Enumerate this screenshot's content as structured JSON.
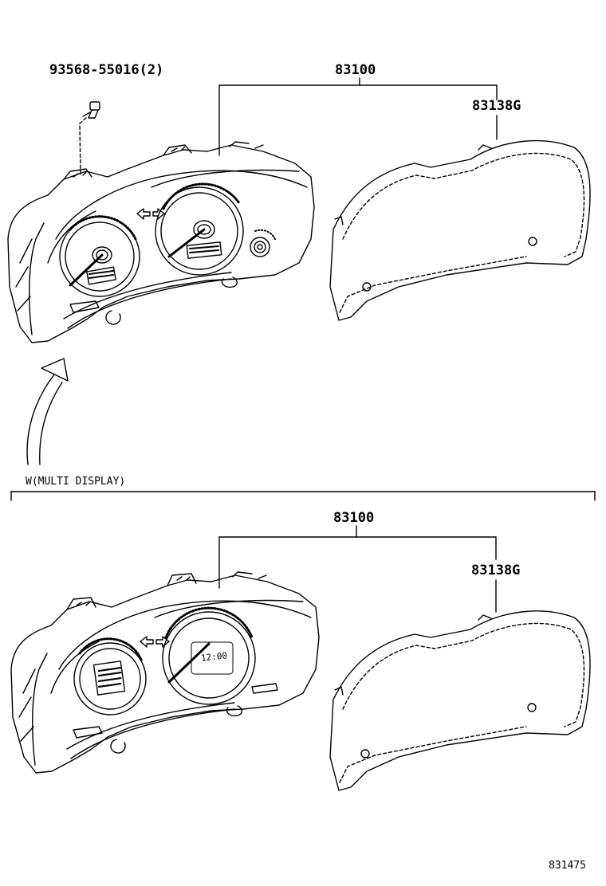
{
  "diagram": {
    "upper": {
      "bolt_part": "93568-55016(2)",
      "assembly_part": "83100",
      "glass_part": "83138G"
    },
    "section_label": "W(MULTI DISPLAY)",
    "lower": {
      "assembly_part": "83100",
      "glass_part": "83138G"
    },
    "lcd_time": "12:00",
    "drawing_number": "831475"
  }
}
